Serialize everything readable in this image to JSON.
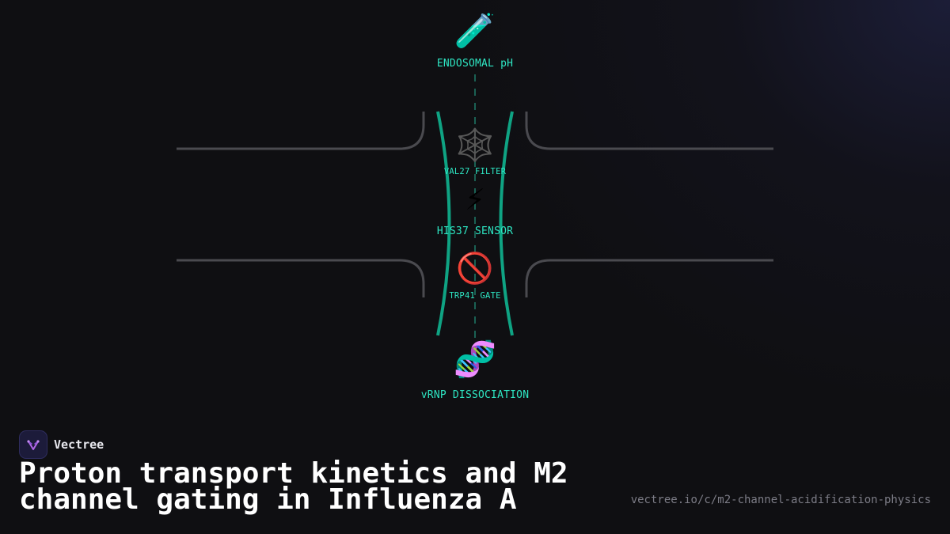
{
  "diagram": {
    "nodes": [
      {
        "icon": "test-tube-icon",
        "glyph": "🧪",
        "label": "ENDOSOMAL pH"
      },
      {
        "icon": "spider-web-icon",
        "glyph": "🕸️",
        "label": "VAL27 FILTER"
      },
      {
        "icon": "lightning-icon",
        "glyph": "⚡",
        "label": "HIS37 SENSOR"
      },
      {
        "icon": "prohibited-icon",
        "glyph": "🚫",
        "label": "TRP41 GATE"
      },
      {
        "icon": "dna-icon",
        "glyph": "🧬",
        "label": "vRNP DISSOCIATION"
      }
    ],
    "colors": {
      "accent": "#2ee6c3",
      "channel": "#0fa383",
      "membrane": "#4a4a4f"
    }
  },
  "brand": {
    "name": "Vectree",
    "logo_icon": "vectree-logo-icon"
  },
  "title": "Proton transport kinetics and M2 channel gating in Influenza A",
  "url": "vectree.io/c/m2-channel-acidification-physics"
}
